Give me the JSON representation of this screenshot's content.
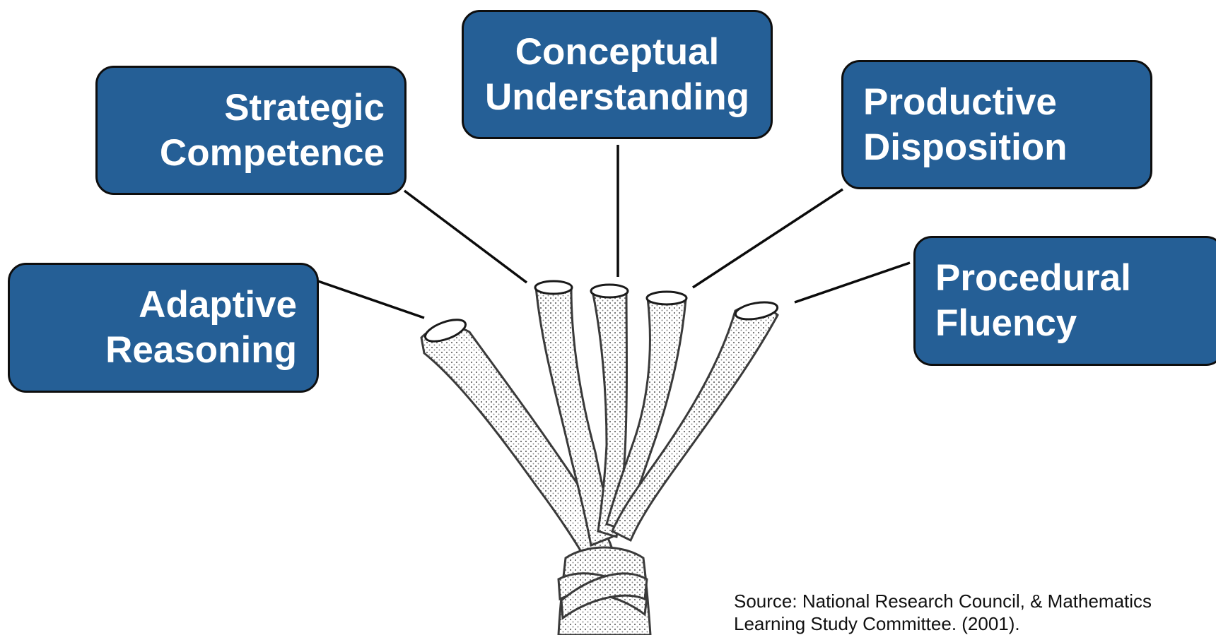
{
  "strands": {
    "strategic": {
      "line1": "Strategic",
      "line2": "Competence"
    },
    "conceptual": {
      "line1": "Conceptual",
      "line2": "Understanding"
    },
    "productive": {
      "line1": "Productive",
      "line2": "Disposition"
    },
    "adaptive": {
      "line1": "Adaptive",
      "line2": "Reasoning"
    },
    "procedural": {
      "line1": "Procedural",
      "line2": "Fluency"
    }
  },
  "source": {
    "line1": "Source: National Research Council, & Mathematics",
    "line2": "Learning Study Committee. (2001)."
  },
  "colors": {
    "box_fill": "#255f96",
    "box_border": "#0e0e0e",
    "box_text": "#ffffff",
    "rope": "#3a3a3a"
  },
  "icons": {
    "rope": "braided-rope-illustration"
  }
}
